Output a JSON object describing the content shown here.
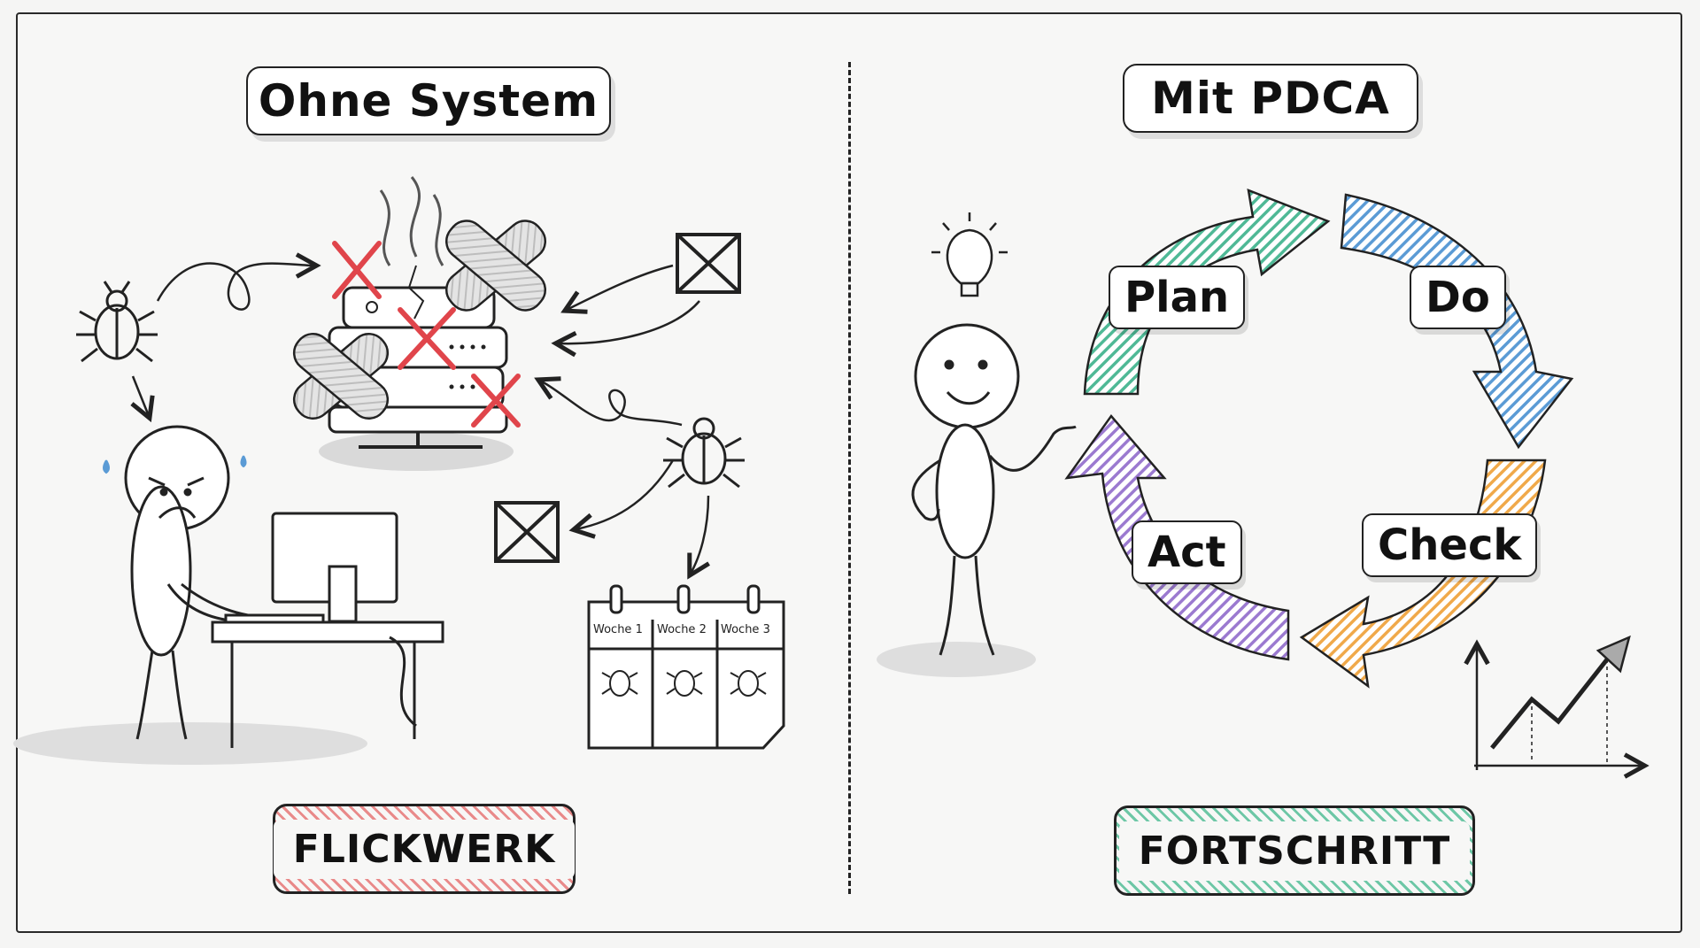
{
  "left": {
    "title": "Ohne System",
    "tag": "FLICKWERK",
    "calendar": {
      "weeks": [
        "Woche 1",
        "Woche 2",
        "Woche 3"
      ]
    }
  },
  "right": {
    "title": "Mit PDCA",
    "tag": "FORTSCHRITT",
    "cycle": [
      {
        "label": "Plan",
        "color": "#4fb996"
      },
      {
        "label": "Do",
        "color": "#5b9bd5"
      },
      {
        "label": "Check",
        "color": "#f0a94a"
      },
      {
        "label": "Act",
        "color": "#9b7ad0"
      }
    ]
  },
  "icons": [
    "bug-icon",
    "server-icon",
    "bandage-icon",
    "x-mark-icon",
    "crossed-box-icon",
    "calendar-icon",
    "lightbulb-icon",
    "growth-chart-icon",
    "stick-figure-frustrated",
    "stick-figure-happy",
    "computer-desk"
  ]
}
